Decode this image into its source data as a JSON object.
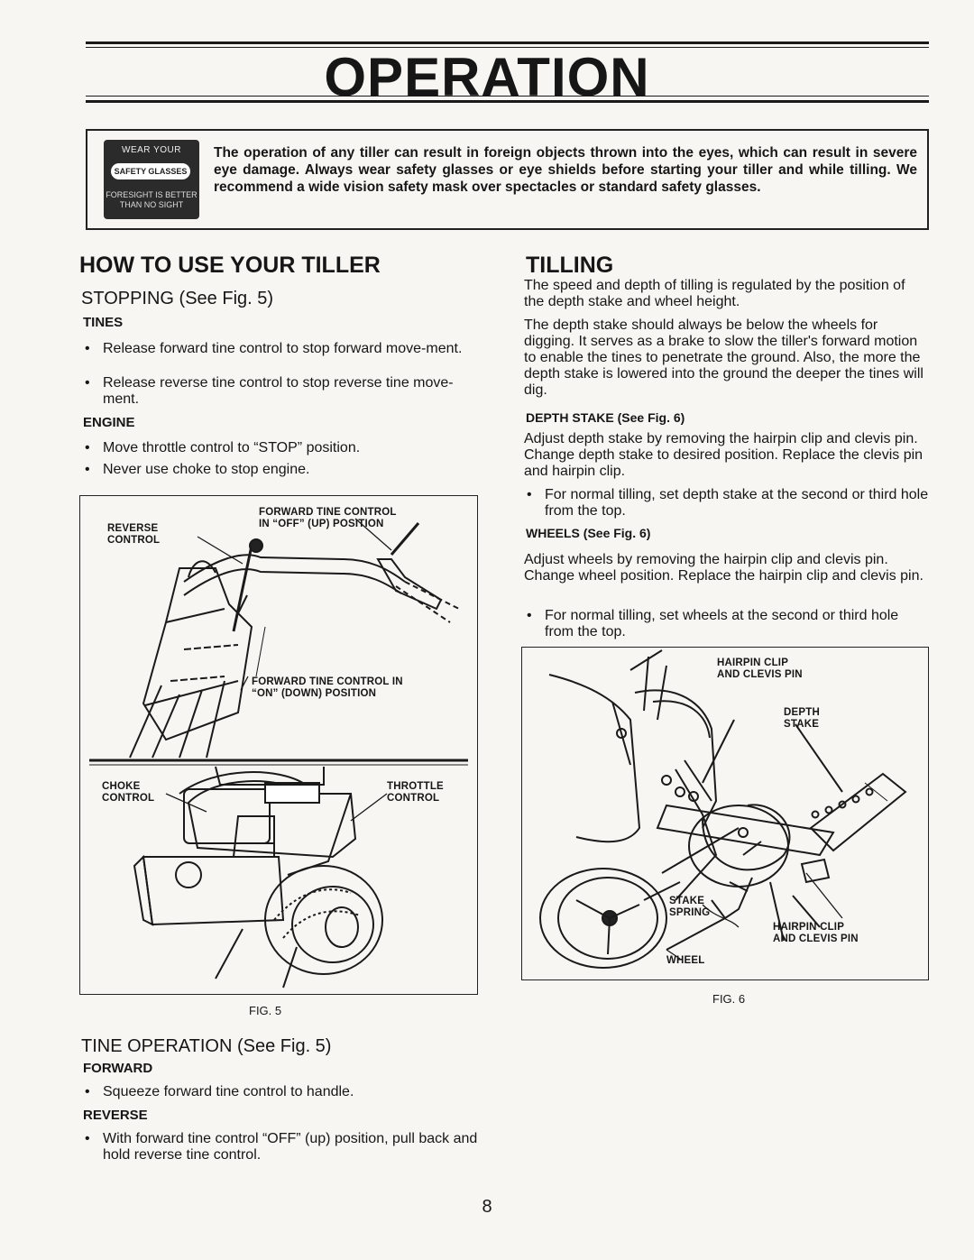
{
  "page_title": "OPERATION",
  "warning": {
    "badge_line1": "WEAR YOUR",
    "badge_line2": "SAFETY GLASSES",
    "badge_line3": "FORESIGHT IS BETTER THAN NO SIGHT",
    "text": "The operation of any tiller can result in foreign objects thrown into the eyes, which can result in severe eye damage. Always wear safety glasses or eye shields before starting your tiller and while tilling. We recommend a wide vision safety mask over spectacles or standard safety glasses."
  },
  "left": {
    "heading": "HOW TO USE YOUR TILLER",
    "stopping_title": "STOPPING (See Fig. 5)",
    "tines_label": "TINES",
    "tines_bullets": [
      "Release forward tine control to stop forward move-ment.",
      "Release reverse tine control to stop reverse tine move-ment."
    ],
    "engine_label": "ENGINE",
    "engine_bullets": [
      "Move throttle control to “STOP” position.",
      "Never use choke to stop engine."
    ],
    "tine_op_title": "TINE OPERATION (See Fig. 5)",
    "forward_label": "FORWARD",
    "forward_bullet": "Squeeze forward tine control to handle.",
    "reverse_label": "REVERSE",
    "reverse_bullet": "With forward tine control “OFF” (up) position, pull back and hold reverse tine control."
  },
  "fig5": {
    "label_forward_off": "FORWARD TINE CONTROL",
    "label_forward_off2": "IN “OFF” (UP) POSITION",
    "label_reverse": "REVERSE",
    "label_reverse2": "CONTROL",
    "label_forward_on": "FORWARD TINE CONTROL IN",
    "label_forward_on2": "“ON” (DOWN) POSITION",
    "label_choke": "CHOKE",
    "label_choke2": "CONTROL",
    "label_throttle": "THROTTLE",
    "label_throttle2": "CONTROL",
    "caption": "FIG. 5"
  },
  "right": {
    "heading": "TILLING",
    "para1": "The speed and depth of tilling is regulated by the position of the depth stake and wheel height.",
    "para2": "The depth stake should always be below the wheels for digging. It serves as a brake to slow the tiller's forward motion to enable the tines to penetrate the ground. Also, the more the depth stake is lowered into the ground the deeper the tines will dig.",
    "depth_title": "DEPTH STAKE (See Fig. 6)",
    "depth_para": "Adjust depth stake by removing the hairpin clip and clevis pin. Change depth stake to desired position. Replace the clevis pin and hairpin clip.",
    "depth_bullet": "For normal tilling, set depth stake at the second or third hole from the top.",
    "wheels_title": "WHEELS (See Fig. 6)",
    "wheels_para": "Adjust wheels by removing the hairpin clip and clevis pin. Change wheel position. Replace the hairpin clip and clevis pin.",
    "wheels_bullet": "For normal tilling, set wheels at the second or third hole from the top."
  },
  "fig6": {
    "label_hairpin_top": "HAIRPIN CLIP",
    "label_hairpin_top2": "AND CLEVIS PIN",
    "label_depth": "DEPTH",
    "label_depth2": "STAKE",
    "label_stake": "STAKE",
    "label_stake2": "SPRING",
    "label_hairpin_bottom": "HAIRPIN CLIP",
    "label_hairpin_bottom2": "AND CLEVIS PIN",
    "label_wheel": "WHEEL",
    "caption": "FIG. 6"
  },
  "page_number": "8"
}
